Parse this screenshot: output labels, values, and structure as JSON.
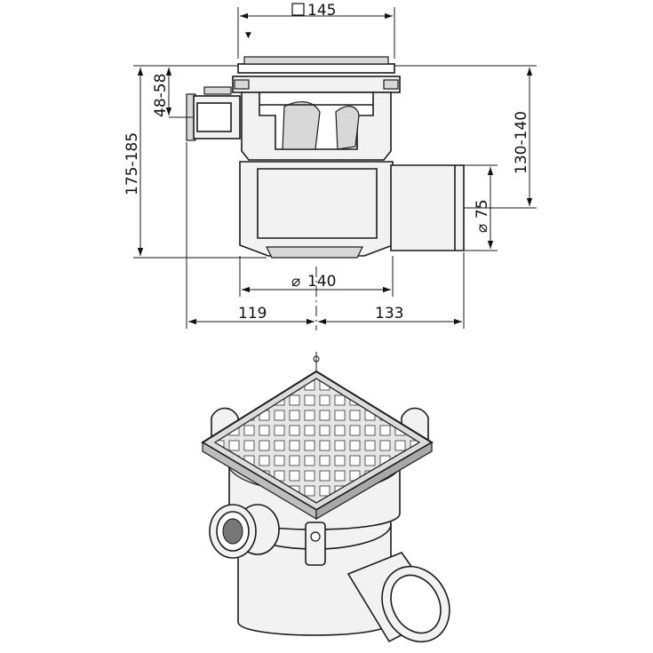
{
  "dimensions": {
    "grate_size": "145",
    "height_total": "175-185",
    "side_inlet_height": "48-58",
    "outlet_height": "130-140",
    "outlet_diameter": "75",
    "body_diameter": "140",
    "left_offset": "119",
    "right_offset": "133"
  },
  "symbols": {
    "square": "□",
    "diameter": "⌀"
  }
}
